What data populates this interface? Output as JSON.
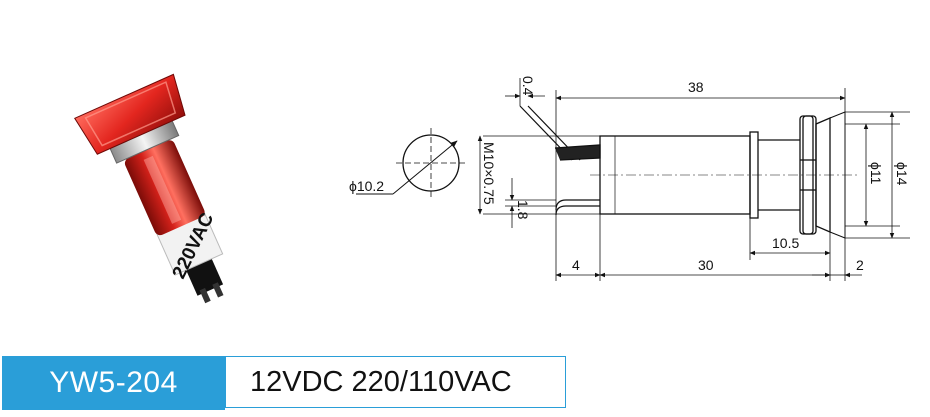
{
  "product": {
    "model": "YW5-204",
    "voltage": "12VDC 220/110VAC",
    "lamp_marking": "220VAC",
    "lens_color": "#e3261f",
    "accent": "#2a9ed8"
  },
  "drawing": {
    "front_view": {
      "diameter": "ϕ10.2"
    },
    "side_view": {
      "overall_length": "38",
      "body_length": "30",
      "terminal_length": "4",
      "nut_distance": "10.5",
      "flange_thickness": "2",
      "terminal_thickness": "0.4",
      "terminal_spacing": "1.8",
      "thread": "M10×0.75",
      "inner_diameter": "ϕ11",
      "outer_diameter": "ϕ14"
    }
  }
}
